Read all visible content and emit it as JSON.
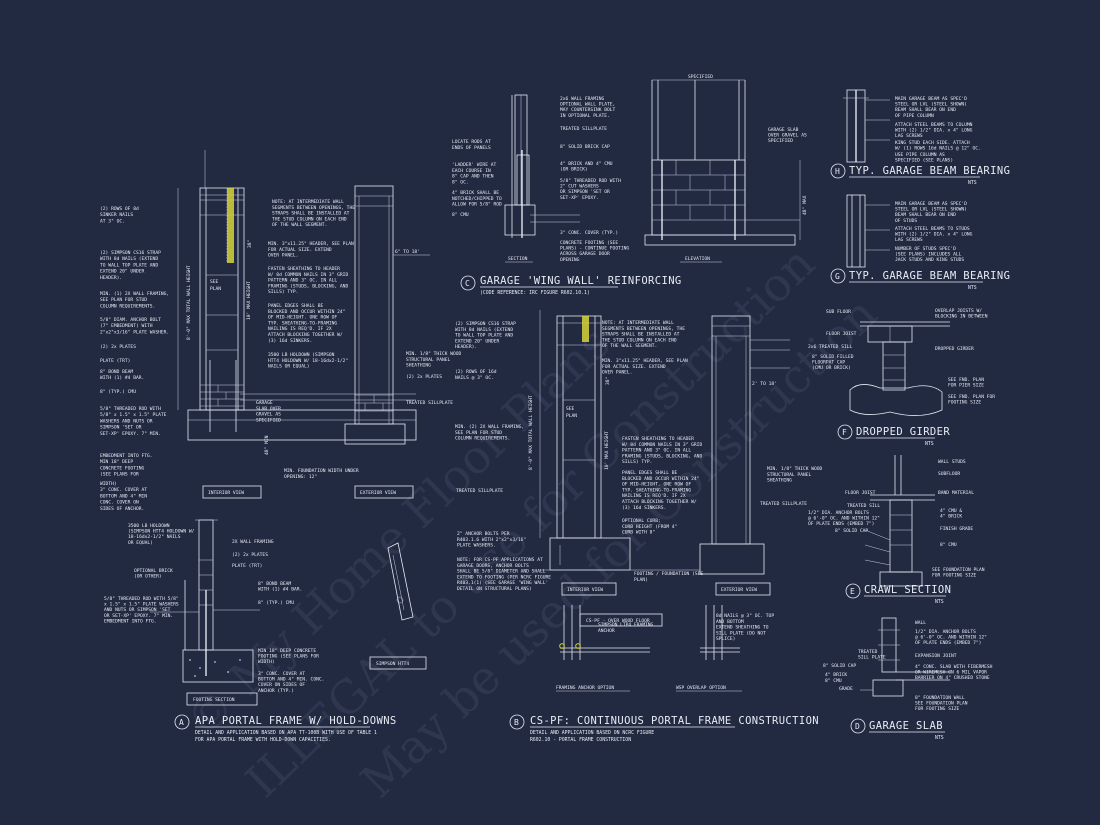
{
  "details": {
    "a": {
      "letter": "A",
      "title": "APA PORTAL FRAME W/ HOLD-DOWNS",
      "note1": "DETAIL AND APPLICATION BASED ON APA TT-100B WITH USE OF TABLE 1",
      "note2": "FOR APA PORTAL FRAME WITH HOLD-DOWN CAPACITIES."
    },
    "b": {
      "letter": "B",
      "title": "CS-PF: CONTINUOUS PORTAL FRAME CONSTRUCTION",
      "note1": "DETAIL AND APPLICATION BASED ON NCRC FIGURE",
      "note2": "R602.10 - PORTAL FRAME CONSTRUCTION"
    },
    "c": {
      "letter": "C",
      "title": "GARAGE 'WING WALL' REINFORCING",
      "note1": "(CODE REFERENCE: IRC FIGURE R602.10.1)"
    },
    "d": {
      "letter": "D",
      "title": "GARAGE SLAB",
      "nts": "NTS"
    },
    "e": {
      "letter": "E",
      "title": "CRAWL SECTION",
      "nts": "NTS"
    },
    "f": {
      "letter": "F",
      "title": "DROPPED GIRDER",
      "nts": "NTS"
    },
    "g": {
      "letter": "G",
      "title": "TYP. GARAGE BEAM BEARING",
      "nts": "NTS"
    },
    "h": {
      "letter": "H",
      "title": "TYP. GARAGE BEAM BEARING",
      "nts": "NTS"
    }
  },
  "view_labels": {
    "interior_a": "INTERIOR VIEW",
    "exterior_a": "EXTERIOR VIEW",
    "footing_section": "FOOTING SECTION",
    "simpson": "SIMPSON HTT4",
    "interior_b": "INTERIOR VIEW",
    "exterior_b": "EXTERIOR VIEW",
    "cspf": "CS-PF - OVER WOOD FLOOR",
    "framing_anchor": "FRAMING ANCHOR OPTION",
    "wsp_overlap": "WSP OVERLAP OPTION",
    "section": "SECTION",
    "elevation": "ELEVATION"
  },
  "notes_a": [
    "(2) ROWS OF 8d",
    "SINKER NAILS",
    "AT 3\" OC.",
    "(2) SIMPSON CS16 STRAP",
    "WITH 8d NAILS (EXTEND",
    "TO WALL TOP PLATE AND",
    "EXTEND 20\" UNDER",
    "HEADER).",
    "MIN. (1) 2X WALL FRAMING,",
    "SEE PLAN FOR STUD",
    "COLUMN REQUIREMENTS.",
    "5/8\" DIAM. ANCHOR BOLT",
    "(7\" EMBEDMENT) WITH",
    "2\"x2\"x3/16\" PLATE WASHER.",
    "(2) 2x PLATES",
    "PLATE (TRT)",
    "8\" BOND BEAM",
    "WITH (1) #4 BAR.",
    "8\" (TYP.) CMU",
    "5/8\" THREADED ROD WITH",
    "5/8\" x 1.5\" x 1.5\" PLATE",
    "WASHERS AND NUTS OR",
    "SIMPSON 'SET OR",
    "SET-XP' EPOXY. 7\" MIN.",
    "EMBEDMENT INTO FTG.",
    "MIN 18\" DEEP",
    "CONCRETE FOOTING",
    "(SEE PLANS FOR",
    "WIDTH)",
    "3\" CONC. COVER AT",
    "BOTTOM AND 4\" MIN",
    "CONC. COVER ON",
    "SIDES OF ANCHOR.",
    "(TYP.)"
  ],
  "notes_a_mid": [
    "NOTE: AT INTERMEDIATE WALL",
    "SEGMENTS BETWEEN OPENINGS, THE",
    "STRAPS SHALL BE INSTALLED AT",
    "THE STUD COLUMN ON EACH END",
    "OF THE WALL SEGMENT.",
    "MIN. 3\"x11.25\" HEADER, SEE PLAN",
    "FOR ACTUAL SIZE. EXTEND",
    "OVER PANEL.",
    "FASTEN SHEATHING TO HEADER",
    "W/ 8d COMMON NAILS IN 3\" GRID",
    "PATTERN AND 3\" OC. IN ALL",
    "FRAMING (STUDS, BLOCKING, AND",
    "SILLS) TYP.",
    "PANEL EDGES SHALL BE",
    "BLOCKED AND OCCUR WITHIN 24\"",
    "OF MID-HEIGHT. ONE ROW OF",
    "TYP. SHEATHING-TO-FRAMING",
    "NAILING IS REQ'D. IF 2X",
    "ATTACH BLOCKING TOGETHER W/",
    "(3) 16d SINKERS.",
    "3500 LB HOLDOWN (SIMPSON",
    "HTT4 HOLDOWN W/ 18-16dx2-1/2\"",
    "NAILS OR EQUAL)",
    "GARAGE",
    "SLAB OVER",
    "GRAVEL AS",
    "SPECIFIED",
    "MIN. 1/8\" THICK WOOD",
    "STRUCTURAL PANEL",
    "SHEATHING",
    "(2) 2x PLATES",
    "TREATED SILLPLATE",
    "MIN. FOUNDATION WIDTH UNDER",
    "OPENING: 12\""
  ],
  "notes_a_footing": [
    "3500 LB HOLDOWN",
    "(SIMPSON HTT4 HOLDOWN W/",
    "18-16dx2-1/2\" NAILS",
    "OR EQUAL)",
    "2X WALL FRAMING",
    "(2) 2x PLATES",
    "PLATE (TRT)",
    "OPTIONAL BRICK",
    "(OR OTHER)",
    "8\" BOND BEAM",
    "WITH (1) #4 BAR.",
    "8\" (TYP.) CMU",
    "5/8\" THREADED ROD WITH 5/8\"",
    "x 1.5\" x 1.5\" PLATE WASHERS",
    "AND NUTS OR SIMPSON 'SET",
    "OR SET-XP' EPOXY. 7\" MIN.",
    "EMBEDMENT INTO FTG.",
    "MIN 18\" DEEP CONCRETE",
    "FOOTING (SEE PLANS FOR",
    "WIDTH)",
    "3\" CONC. COVER AT",
    "BOTTOM AND 4\" MIN. CONC.",
    "COVER ON SIDES OF",
    "ANCHOR (TYP.)"
  ],
  "notes_b": [
    "(2) SIMPSON CS16 STRAP",
    "WITH 8d NAILS (EXTEND",
    "TO WALL TOP PLATE AND",
    "EXTEND 20\" UNDER",
    "HEADER).",
    "NOTE: AT INTERMEDIATE WALL",
    "SEGMENTS BETWEEN OPENINGS, THE",
    "STRAPS SHALL BE INSTALLED AT",
    "THE STUD COLUMN ON EACH END",
    "OF THE WALL SEGMENT.",
    "(2) ROWS OF 16d",
    "NAILS @ 3\" OC.",
    "MIN. 3\"x11.25\" HEADER, SEE PLAN",
    "FOR ACTUAL SIZE. EXTEND",
    "OVER PANEL.",
    "MIN. (2) 2X WALL FRAMING,",
    "SEE PLAN FOR STUD",
    "COLUMN REQUIREMENTS.",
    "FASTEN SHEATHING TO HEADER",
    "W/ 8d COMMON NAILS IN 3\" GRID",
    "PATTERN AND 3\" OC. IN ALL",
    "FRAMING (STUDS, BLOCKING, AND",
    "SILLS) TYP.",
    "PANEL EDGES SHALL BE",
    "BLOCKED AND OCCUR WITHIN 24\"",
    "OF MID-HEIGHT. ONE ROW OF",
    "TYP. SHEATHING-TO-FRAMING",
    "NAILING IS REQ'D. IF 2X",
    "ATTACH BLOCKING TOGETHER W/",
    "(3) 16d SINKERS.",
    "TREATED SILLPLATE",
    "MIN. 1/8\" THICK WOOD",
    "STRUCTURAL PANEL",
    "SHEATHING",
    "TREATED SILLPLATE",
    "OPTIONAL CURB;",
    "CURB HEIGHT (FROM 4\"",
    "CURB WITH 8\"",
    "2\" ANCHOR BOLTS PER",
    "R403.1.6 WITH 2\"x2\"x3/16\"",
    "PLATE WASHERS.",
    "NOTE: FOR CS-PF APPLICATIONS AT",
    "GARAGE DOORS, ANCHOR BOLTS",
    "SHALL BE 5/8\" DIAMETER AND SHALL",
    "EXTEND TO FOOTING (PER NCRC FIGURE",
    "R403.1(1) (SEE GARAGE 'WING WALL'",
    "DETAIL ON STRUCTURAL PLANS)",
    "FOOTING / FOUNDATION (SEE",
    "PLAN)",
    "SIMPSON LTP4 FRAMING",
    "ANCHOR",
    "8d NAILS @ 3\" OC. TOP",
    "AND BOTTOM",
    "EXTEND SHEATHING TO",
    "SILL PLATE (DO NOT",
    "SPLICE)"
  ],
  "notes_c": [
    "LOCATE RODS AT",
    "ENDS OF PANELS",
    "'LADDER' WIRE AT",
    "EACH COURSE IN",
    "8\" CAP AND THEN",
    "8\" OC.",
    "4\" BRICK SHALL BE",
    "NOTCHED/CHIPPED TO",
    "ALLOW FOR 5/8\" ROD",
    "8\" CMU",
    "2x6 WALL FRAMING",
    "OPTIONAL WALL PLATE,",
    "MAY COUNTERSINK BOLT",
    "IN OPTIONAL PLATE.",
    "TREATED SILLPLATE",
    "8\" SOLID BRICK CAP",
    "4\" BRICK AND 4\" CMU",
    "(OR BRICK)",
    "5/8\" THREADED ROD WITH",
    "2\" CUT WASHERS",
    "OR SIMPSON 'SET OR",
    "SET-XP' EPOXY.",
    "3\" CONC. COVER (TYP.)",
    "CONCRETE FOOTING (SEE",
    "PLANS) - CONTINUE FOOTING",
    "ACROSS GARAGE DOOR",
    "OPENING",
    "GARAGE SLAB",
    "OVER GRAVEL AS",
    "SPECIFIED",
    "48\" MAX",
    "48\" MAX"
  ],
  "notes_right": [
    "MAIN GARAGE BEAM AS SPEC'D",
    "STEEL OR LVL (STEEL SHOWN)",
    "BEAM SHALL BEAR ON END",
    "OF PIPE COLUMN",
    "ATTACH STEEL BEAMS TO COLUMN",
    "WITH (2) 1/2\" DIA. x 4\" LONG",
    "LAG SCREWS",
    "KING STUD EACH SIDE. ATTACH",
    "W/ (1) ROWS 16d NAILS @ 12\" OC.",
    "USE PIPE COLUMN AS",
    "SPECIFIED (SEE PLANS)",
    "MAIN GARAGE BEAM AS SPEC'D",
    "STEEL OR LVL (STEEL SHOWN)",
    "BEAM SHALL BEAR ON END",
    "OF STUDS",
    "ATTACH STEEL BEAMS TO STUDS",
    "WITH (2) 1/2\" DIA. x 4\" LONG",
    "LAG SCREWS",
    "NUMBER OF STUDS SPEC'D",
    "(SEE PLANS) INCLUDES ALL",
    "JACK STUDS AND KING STUDS",
    "SUB FLOOR",
    "FLOOR JOIST",
    "2x6 TREATED SILL",
    "8\" SOLID FILLED",
    "FLOORPAT CAP",
    "(CMU OR BRICK)",
    "OVERLAP JOISTS W/",
    "BLOCKING IN BETWEEN",
    "DROPPED GIRDER",
    "SEE FND. PLAN",
    "FOR PIER SIZE",
    "SEE FND. PLAN FOR",
    "FOOTING SIZE",
    "WALL STUDS",
    "SUBFLOOR",
    "FLOOR JOIST",
    "BAND MATERIAL",
    "TREATED SILL",
    "1/2\" DIA. ANCHOR BOLTS",
    "@ 6'-0\" OC. AND WITHIN 12\"",
    "OF PLATE ENDS (EMBED 7\")",
    "8\" SOLID CAP",
    "4\" CMU &",
    "4\" BRICK",
    "FINISH GRADE",
    "8\" CMU",
    "SEE FOUNDATION PLAN",
    "FOR FOOTING SIZE",
    "WALL",
    "1/2\" DIA. ANCHOR BOLTS",
    "@ 6'-0\" OC. AND WITHIN 12\"",
    "OF PLATE ENDS (EMBED 7\")",
    "TREATED",
    "SILL PLATE",
    "EXPANSION JOINT",
    "8\" SOLID CAP",
    "4\" CONC. SLAB WITH FIBERMESH",
    "OR WIREMESH ON 6 MIL VAPOR",
    "BARRIER ON 4\" CRUSHED STONE",
    "4\" BRICK",
    "8\" CMU",
    "GRADE",
    "8\" FOUNDATION WALL",
    "SEE FOUNDATION PLAN",
    "FOR FOOTING SIZE"
  ],
  "dims": {
    "a_height": "8'-0\" MAX TOTAL WALL HEIGHT",
    "a_panel": "10' MAX HEIGHT",
    "a_opening": "18' MAX OPENING",
    "a_38": "38\"",
    "a_min": "48\" MIN",
    "a_see": "SEE",
    "a_plan": "PLAN",
    "a_2to18": "6\" TO 18'",
    "b_height": "8'-0\" MAX TOTAL WALL HEIGHT",
    "b_panel": "10' MAX HEIGHT",
    "b_opening": "18' MAX OPENING",
    "b_38": "38\"",
    "b_see": "SEE",
    "b_plan": "PLAN",
    "b_2to18": "2' TO 18'"
  },
  "watermark": [
    "© My Home Floor Plans",
    "ILLEGAL to use for Construction",
    "May be used for Construction"
  ],
  "colors": {
    "background": "#222a42",
    "linework": "#e4e8f2",
    "highlight": "#d6d43a"
  }
}
